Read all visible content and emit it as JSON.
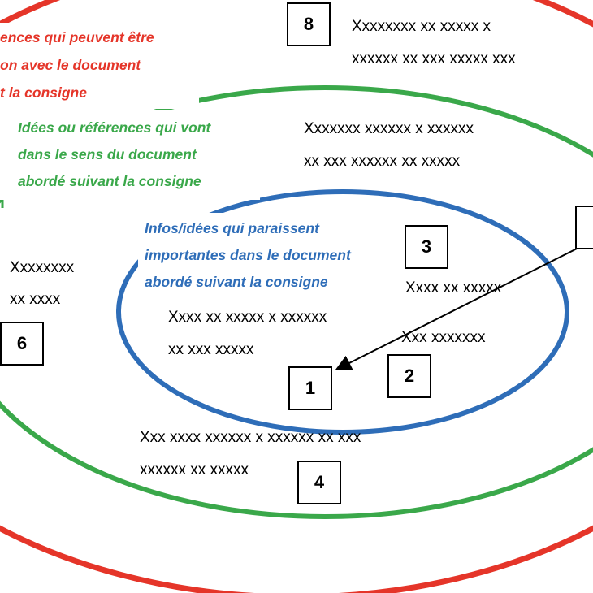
{
  "colors": {
    "outer_ring": "#e53529",
    "middle_ring": "#3aa84a",
    "inner_ring": "#2e6db8",
    "text": "#000000"
  },
  "legends": {
    "outer": [
      "ences qui peuvent être",
      "on avec le document",
      "t la consigne"
    ],
    "middle": [
      "Idées ou références qui vont",
      "dans le sens du document",
      "abordé suivant la consigne"
    ],
    "inner": [
      "Infos/idées qui paraissent",
      "importantes dans le document",
      "abordé suivant la consigne"
    ]
  },
  "placeholders": {
    "p8": [
      "Xxxxxxxx xx xxxxx x",
      "xxxxxx xx xxx xxxxx xxx"
    ],
    "p_mid_top": [
      "Xxxxxxx xxxxxx x xxxxxx",
      "xx xxx xxxxxx xx xxxxx"
    ],
    "p6": [
      "Xxxxxxxx",
      "xx xxxx"
    ],
    "p1": [
      "Xxxx xx xxxxx x xxxxxx",
      "xx xxx xxxxx"
    ],
    "p3": "Xxxx xx xxxxx",
    "p2": "Xxx xxxxxxx",
    "p4": [
      "Xxx xxxx xxxxxx x xxxxxx xx xxx",
      "xxxxxx xx xxxxx"
    ]
  },
  "boxes": {
    "b8": "8",
    "b3": "3",
    "b6": "6",
    "b1": "1",
    "b2": "2",
    "b4": "4"
  }
}
